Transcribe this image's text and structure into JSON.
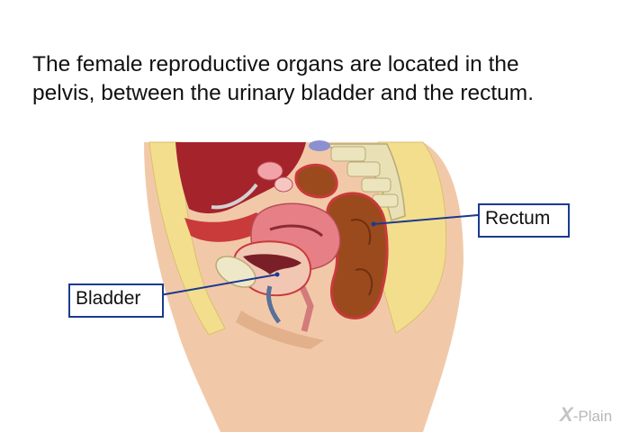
{
  "heading": {
    "line1": "The female reproductive organs are located in the",
    "line2": "pelvis, between the urinary bladder and the rectum."
  },
  "labels": {
    "rectum": "Rectum",
    "bladder": "Bladder"
  },
  "watermark": {
    "mark": "X",
    "text": "-Plain"
  },
  "colors": {
    "skin": "#f2c9a8",
    "skin_shadow": "#e2b08b",
    "fat": "#f3de8e",
    "muscle": "#c93a3a",
    "uterus": "#e77f86",
    "rectum": "#9b4a1e",
    "bone": "#e9e0b6",
    "callout_border": "#1a3a8f",
    "leader_line": "#1a3a8f"
  }
}
